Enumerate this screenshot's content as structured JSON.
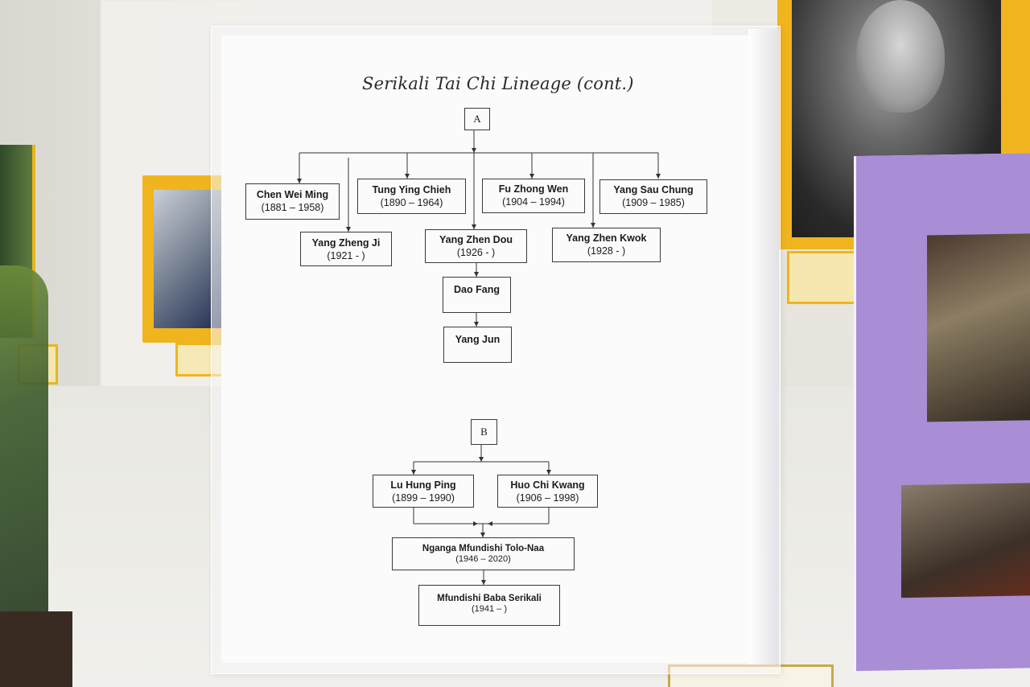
{
  "title": "Serikali Tai Chi Lineage (cont.)",
  "sections": {
    "a": {
      "marker": "A",
      "top_row": [
        {
          "name": "Chen Wei Ming",
          "dates": "(1881 – 1958)"
        },
        {
          "name": "Tung Ying Chieh",
          "dates": "(1890 – 1964)"
        },
        {
          "name": "Fu Zhong Wen",
          "dates": "(1904 – 1994)"
        },
        {
          "name": "Yang Sau Chung",
          "dates": "(1909 – 1985)"
        }
      ],
      "second_row": [
        {
          "name": "Yang Zheng Ji",
          "dates": "(1921 -        )"
        },
        {
          "name": "Yang Zhen Dou",
          "dates": "(1926 -          )"
        },
        {
          "name": "Yang Zhen Kwok",
          "dates": "(1928 -        )"
        }
      ],
      "chain": [
        {
          "name": "Dao Fang"
        },
        {
          "name": "Yang Jun"
        }
      ]
    },
    "b": {
      "marker": "B",
      "top_row": [
        {
          "name": "Lu Hung Ping",
          "dates": "(1899 – 1990)"
        },
        {
          "name": "Huo Chi Kwang",
          "dates": "(1906 – 1998)"
        }
      ],
      "chain": [
        {
          "name": "Nganga Mfundishi Tolo-Naa",
          "dates": "(1946 – 2020)"
        },
        {
          "name": "Mfundishi Baba Serikali",
          "dates": "(1941 –        )"
        }
      ]
    }
  }
}
